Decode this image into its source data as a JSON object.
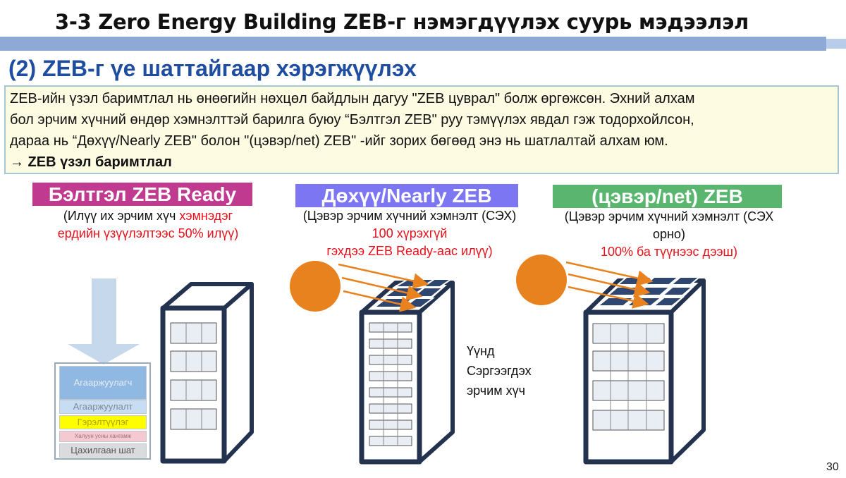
{
  "header": {
    "title": "3-3 Zero Energy Building ZEB-г нэмэгдүүлэх суурь мэдээлэл"
  },
  "section": {
    "subtitle": "(2) ZEB-г үе шаттайгаар хэрэгжүүлэх"
  },
  "intro": {
    "line1": "ZEB-ийн үзэл баримтлал нь өнөөгийн нөхцөл байдлын дагуу \"ZEB цуврал\" болж өргөжсөн. Эхний алхам",
    "line2": "бол эрчим хүчний өндөр хэмнэлттэй барилга буюу “Бэлтгэл ZEB\" руу тэмүүлэх явдал гэж тодорхойлсон,",
    "line3": "дараа нь “Дөхүү/Nearly ZEB\" болон \"(цэвэр/net) ZEB\" -ийг зорих бөгөөд энэ нь шатлалтай алхам юм.",
    "line4": "→ ZEB үзэл баримтлал"
  },
  "stages": [
    {
      "label": "Бэлтгэл ZEB Ready",
      "color": "#c03a8f",
      "desc_black": "(Илүү их эрчим хүч ",
      "desc_red1": "хэмнэдэг",
      "desc_red2": "ердийн үзүүлэлтээс 50% илүү)",
      "desc_red3": ""
    },
    {
      "label": "Дөхүү/Nearly ZEB",
      "color": "#7c76f2",
      "desc_black": "(Цэвэр эрчим хүчний хэмнэлт (СЭХ)",
      "desc_red1": "100 хүрэхгүй",
      "desc_red2": "гэхдээ ZEB Ready-аас илүү)",
      "desc_red3": ""
    },
    {
      "label": "(цэвэр/net) ZEB",
      "color": "#5ab66e",
      "desc_black": "(Цэвэр эрчим хүчний хэмнэлт (СЭХ",
      "desc_black2": "орно)",
      "desc_red1": "100% ба түүнээс дээш)"
    }
  ],
  "side_note": {
    "line1": "Үүнд",
    "line2": "Сэргээгдэх",
    "line3": "эрчим хүч"
  },
  "equipment_layers": [
    "Агааржуулагч",
    "Агааржуулалт",
    "Гэрэлтүүлэг",
    "Халуун усны хангамж",
    "Цахилгаан шат"
  ],
  "colors": {
    "sun": "#e8821e",
    "sun_ray": "#e8821e",
    "building_frame": "#23334f",
    "arrow": "#c5d8ec",
    "band": "#8ea9d6",
    "subtitle": "#1f4ea1",
    "highlight_red": "#e8101a"
  },
  "icons": {
    "sun": "sun-icon",
    "solar_panel": "solar-panel-icon",
    "building": "building-icon",
    "down_arrow": "arrow-down-icon"
  },
  "page": {
    "number": "30"
  }
}
